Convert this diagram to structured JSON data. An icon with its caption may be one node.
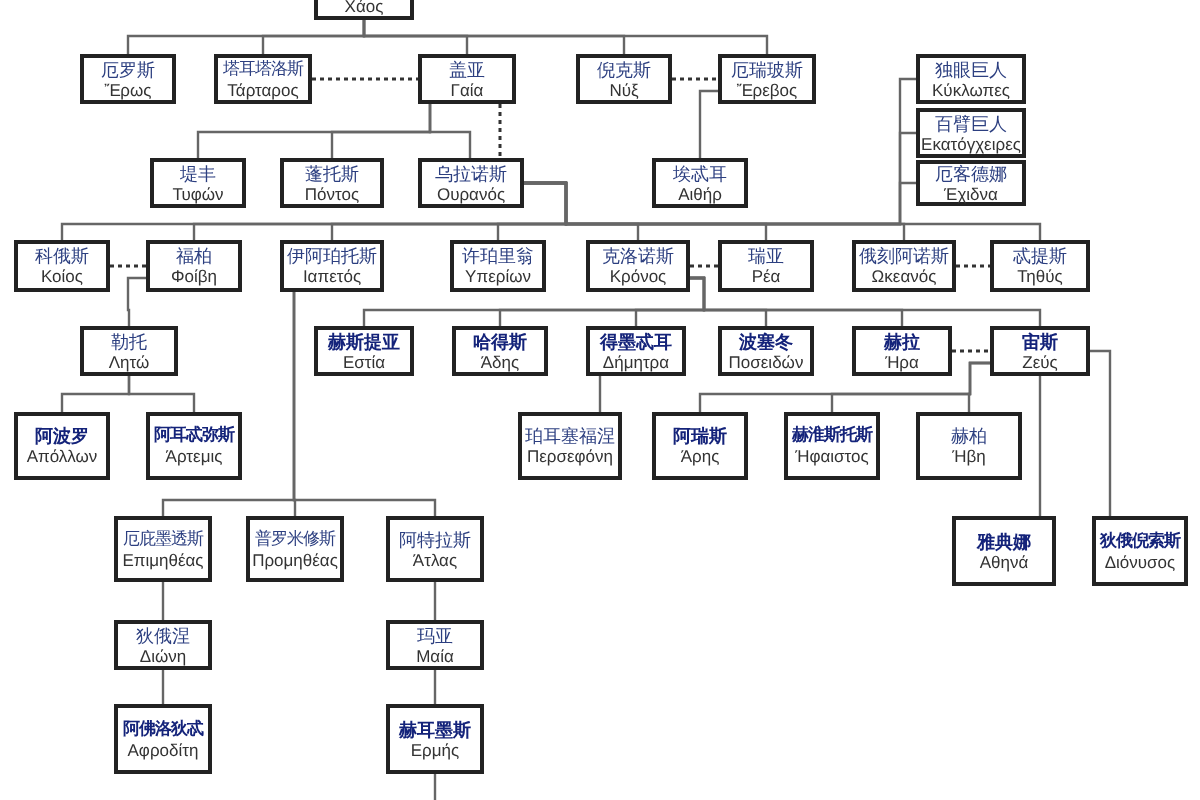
{
  "diagram": {
    "nodes": [
      {
        "text": [
          "Χάος"
        ]
      },
      {
        "text": [
          "厄罗斯",
          "Ἔρως"
        ]
      },
      {
        "text": [
          "塔耳塔洛斯",
          "Τάρταρος"
        ]
      },
      {
        "text": [
          "盖亚",
          "Γαία"
        ]
      },
      {
        "text": [
          "倪克斯",
          "Νύξ"
        ]
      },
      {
        "text": [
          "厄瑞玻斯",
          "Ἔρεβος"
        ]
      },
      {
        "text": [
          "独眼巨人",
          "Κύκλωπες"
        ]
      },
      {
        "text": [
          "百臂巨人",
          "Εκατόγχειρες"
        ]
      },
      {
        "text": [
          "厄客德娜",
          "Έχιδνα"
        ]
      },
      {
        "text": [
          "堤丰",
          "Τυφών"
        ]
      },
      {
        "text": [
          "蓬托斯",
          "Πόντος"
        ]
      },
      {
        "text": [
          "乌拉诺斯",
          "Ουρανός"
        ]
      },
      {
        "text": [
          "埃忒耳",
          "Αιθήρ"
        ]
      },
      {
        "text": [
          "科俄斯",
          "Κοίος"
        ]
      },
      {
        "text": [
          "福柏",
          "Φοίβη"
        ]
      },
      {
        "text": [
          "伊阿珀托斯",
          "Ιαπετός"
        ]
      },
      {
        "text": [
          "许珀里翁",
          "Υπερίων"
        ]
      },
      {
        "text": [
          "克洛诺斯",
          "Κρόνος"
        ]
      },
      {
        "text": [
          "瑞亚",
          "Ρέα"
        ]
      },
      {
        "text": [
          "俄刻阿诺斯",
          "Ωκεανός"
        ]
      },
      {
        "text": [
          "忒提斯",
          "Τηθύς"
        ]
      },
      {
        "text": [
          "勒托",
          "Λητώ"
        ]
      },
      {
        "text": [
          "赫斯提亚",
          "Εστία"
        ]
      },
      {
        "text": [
          "哈得斯",
          "Άδης"
        ]
      },
      {
        "text": [
          "得墨忒耳",
          "Δήμητρα"
        ]
      },
      {
        "text": [
          "波塞冬",
          "Ποσειδών"
        ]
      },
      {
        "text": [
          "赫拉",
          "Ήρα"
        ]
      },
      {
        "text": [
          "宙斯",
          "Ζεύς"
        ]
      },
      {
        "text": [
          "阿波罗",
          "Απόλλων"
        ]
      },
      {
        "text": [
          "阿耳忒弥斯",
          "Άρτεμις"
        ]
      },
      {
        "text": [
          "珀耳塞福涅",
          "Περσεφόνη"
        ]
      },
      {
        "text": [
          "阿瑞斯",
          "Άρης"
        ]
      },
      {
        "text": [
          "赫淮斯托斯",
          "Ήφαιστος"
        ]
      },
      {
        "text": [
          "赫柏",
          "Ήβη"
        ]
      },
      {
        "text": [
          "厄庇墨透斯",
          "Επιμηθέας"
        ]
      },
      {
        "text": [
          "普罗米修斯",
          "Προμηθέας"
        ]
      },
      {
        "text": [
          "阿特拉斯",
          "Άτλας"
        ]
      },
      {
        "text": [
          "雅典娜",
          "Αθηνά"
        ]
      },
      {
        "text": [
          "狄俄倪索斯",
          "Διόνυσος"
        ]
      },
      {
        "text": [
          "狄俄涅",
          "Διώνη"
        ]
      },
      {
        "text": [
          "玛亚",
          "Μαία"
        ]
      },
      {
        "text": [
          "阿佛洛狄忒",
          "Αφροδίτη"
        ]
      },
      {
        "text": [
          "赫耳墨斯",
          "Ερμής"
        ]
      }
    ],
    "edges": [
      {
        "from": 0,
        "to": 1,
        "arrow": "none"
      },
      {
        "from": 0,
        "to": 2,
        "arrow": "none"
      },
      {
        "from": 0,
        "to": 3,
        "arrow": "none"
      },
      {
        "from": 0,
        "to": 4,
        "arrow": "none"
      },
      {
        "from": 0,
        "to": 5,
        "arrow": "none"
      },
      {
        "from": 2,
        "to": 3,
        "arrow": "none",
        "style": "dashed"
      },
      {
        "from": 3,
        "to": 11,
        "arrow": "none",
        "style": "dashed"
      },
      {
        "from": 3,
        "to": 9,
        "arrow": "none"
      },
      {
        "from": 3,
        "to": 10,
        "arrow": "none"
      },
      {
        "from": 3,
        "to": 11,
        "arrow": "none"
      },
      {
        "from": 4,
        "to": 5,
        "arrow": "none",
        "style": "dashed"
      },
      {
        "from": 5,
        "to": 12,
        "arrow": "none"
      },
      {
        "from": 11,
        "to": 13,
        "arrow": "none"
      },
      {
        "from": 11,
        "to": 14,
        "arrow": "none"
      },
      {
        "from": 11,
        "to": 15,
        "arrow": "none"
      },
      {
        "from": 11,
        "to": 16,
        "arrow": "none"
      },
      {
        "from": 11,
        "to": 17,
        "arrow": "none"
      },
      {
        "from": 11,
        "to": 18,
        "arrow": "none"
      },
      {
        "from": 11,
        "to": 19,
        "arrow": "none"
      },
      {
        "from": 11,
        "to": 20,
        "arrow": "none"
      },
      {
        "from": 11,
        "to": 6,
        "arrow": "none"
      },
      {
        "from": 11,
        "to": 7,
        "arrow": "none"
      },
      {
        "from": 11,
        "to": 8,
        "arrow": "none"
      },
      {
        "from": 13,
        "to": 14,
        "arrow": "none",
        "style": "dashed"
      },
      {
        "from": 14,
        "to": 21,
        "arrow": "none"
      },
      {
        "from": 21,
        "to": 28,
        "arrow": "none"
      },
      {
        "from": 21,
        "to": 29,
        "arrow": "none"
      },
      {
        "from": 15,
        "to": 34,
        "arrow": "none"
      },
      {
        "from": 15,
        "to": 35,
        "arrow": "none"
      },
      {
        "from": 15,
        "to": 36,
        "arrow": "none"
      },
      {
        "from": 17,
        "to": 18,
        "arrow": "none",
        "style": "dashed"
      },
      {
        "from": 17,
        "to": 22,
        "arrow": "none"
      },
      {
        "from": 17,
        "to": 23,
        "arrow": "none"
      },
      {
        "from": 17,
        "to": 24,
        "arrow": "none"
      },
      {
        "from": 17,
        "to": 25,
        "arrow": "none"
      },
      {
        "from": 17,
        "to": 26,
        "arrow": "none"
      },
      {
        "from": 17,
        "to": 27,
        "arrow": "none"
      },
      {
        "from": 24,
        "to": 30,
        "arrow": "none"
      },
      {
        "from": 19,
        "to": 20,
        "arrow": "none",
        "style": "dashed"
      },
      {
        "from": 26,
        "to": 27,
        "arrow": "none",
        "style": "dashed"
      },
      {
        "from": 27,
        "to": 31,
        "arrow": "none"
      },
      {
        "from": 27,
        "to": 32,
        "arrow": "none"
      },
      {
        "from": 27,
        "to": 33,
        "arrow": "none"
      },
      {
        "from": 27,
        "to": 37,
        "arrow": "none"
      },
      {
        "from": 27,
        "to": 38,
        "arrow": "none"
      },
      {
        "from": 34,
        "to": 39,
        "arrow": "none"
      },
      {
        "from": 39,
        "to": 41,
        "arrow": "none"
      },
      {
        "from": 36,
        "to": 40,
        "arrow": "none"
      },
      {
        "from": 40,
        "to": 42,
        "arrow": "none"
      },
      {
        "from": 42,
        "to": null,
        "arrow": "none"
      }
    ]
  }
}
